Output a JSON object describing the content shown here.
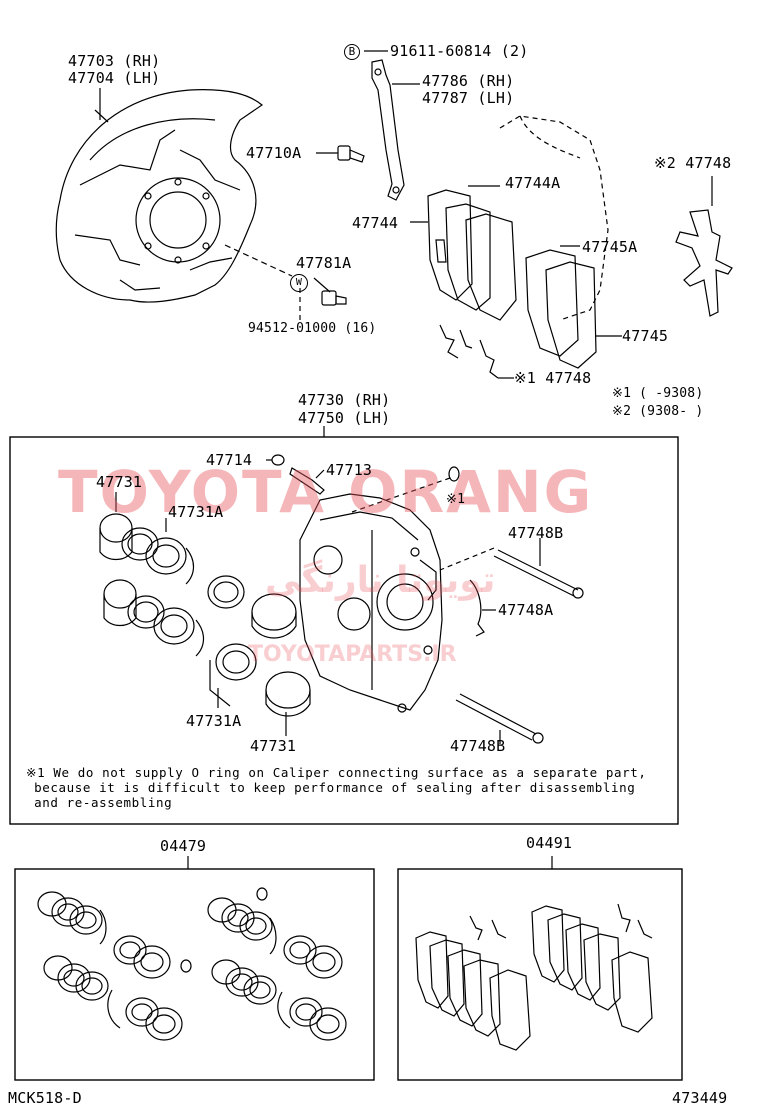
{
  "labels": {
    "p47703": "47703 (RH)",
    "p47704": "47704 (LH)",
    "p91611": "91611-60814 (2)",
    "p47786": "47786 (RH)",
    "p47787": "47787 (LH)",
    "p47710A": "47710A",
    "p47744A": "47744A",
    "p47744": "47744",
    "p47748_2": "※2 47748",
    "p47781A": "47781A",
    "p47745A": "47745A",
    "p94512": "94512-01000 (16)",
    "p47745": "47745",
    "p47748_1": "※1 47748",
    "note1": "※1 (      -9308)",
    "note2": "※2 (9308-      )",
    "p47730": "47730 (RH)",
    "p47750": "47750 (LH)",
    "p47714": "47714",
    "p47713": "47713",
    "p47731_top": "47731",
    "p47731A_top": "47731A",
    "mark1": "※1",
    "p47748B_top": "47748B",
    "p47748A": "47748A",
    "p47731A_bottom": "47731A",
    "p47731_bottom": "47731",
    "p47748B_bottom": "47748B",
    "p04479": "04479",
    "p04491": "04491",
    "footer_left": "MCK518-D",
    "footer_right": "473449"
  },
  "bolt_marker": "B",
  "washer_marker": "W",
  "caliper_note": "※1 We do not supply O ring on Caliper connecting surface as a separate part,\n because it is difficult to keep performance of sealing after disassembling\n and re-assembling",
  "watermark": {
    "main": "TOYOTA ORANG",
    "farsi": "تویوتا نارنگی",
    "url": "TOYOTAPARTS.IR",
    "color": "#e8505a"
  }
}
